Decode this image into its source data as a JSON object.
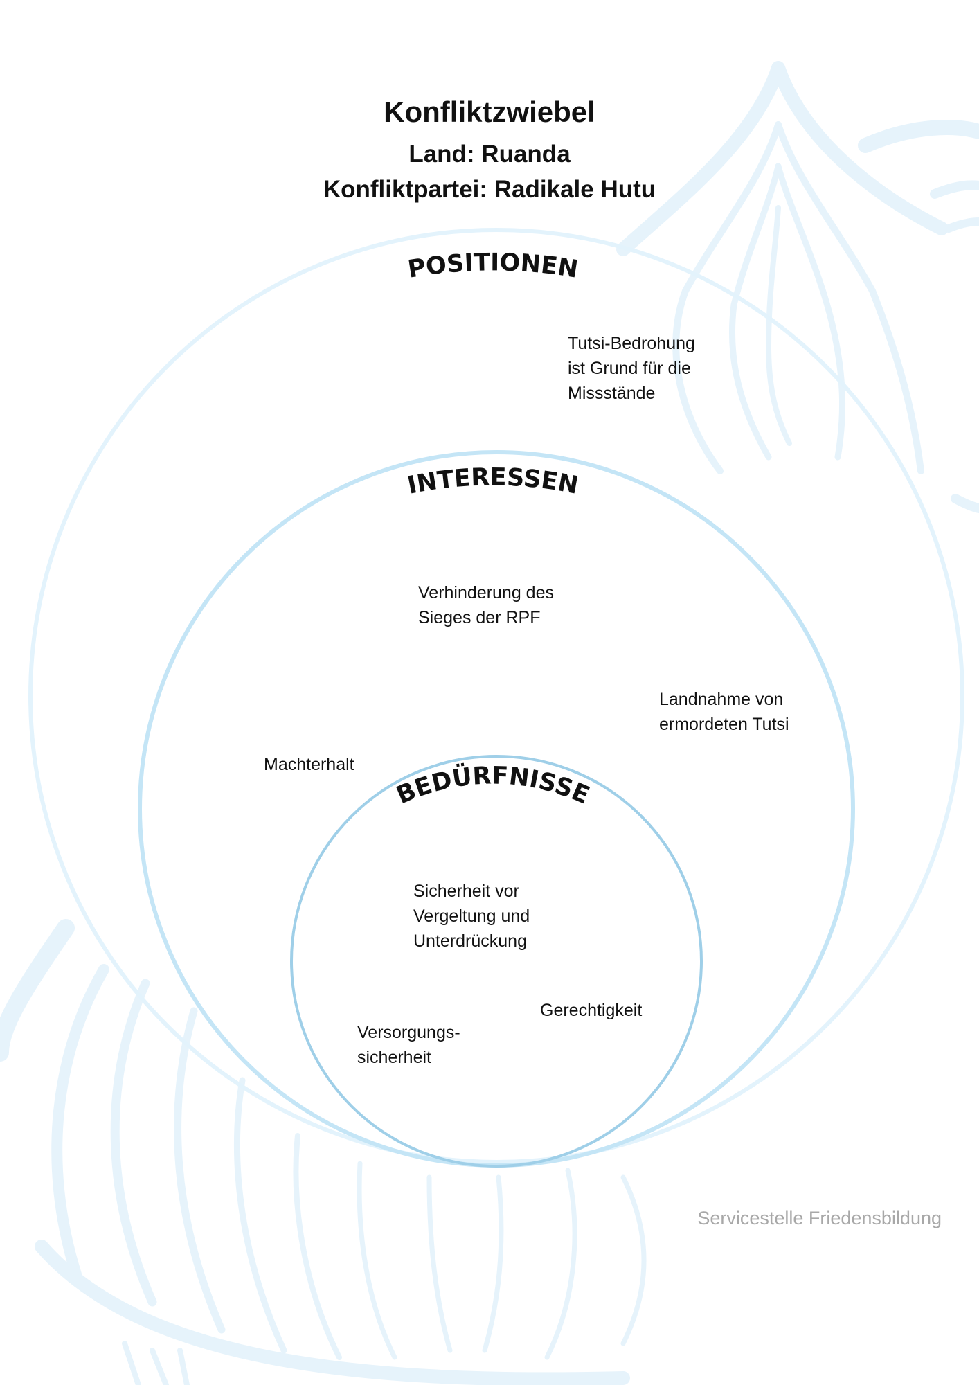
{
  "title": "Konfliktzwiebel",
  "country": "Land: Ruanda",
  "party": "Konfliktpartei: Radikale Hutu",
  "layers": {
    "positionen": {
      "label": "POSITIONEN",
      "items": [
        "Tutsi-Bedrohung\nist Grund für die\nMissstände"
      ]
    },
    "interessen": {
      "label": "INTERESSEN",
      "items": [
        "Verhinderung des\nSieges der RPF",
        "Landnahme von\nermordeten Tutsi",
        "Machterhalt"
      ]
    },
    "beduerfnisse": {
      "label": "BEDÜRFNISSE",
      "items": [
        "Sicherheit vor\nVergeltung und\nUnterdrückung",
        "Gerechtigkeit",
        "Versorgungs-\nsicherheit"
      ]
    }
  },
  "footer": "Servicestelle Friedensbildung",
  "colors": {
    "outer_ring": "#e3f3fc",
    "middle_ring": "#c4e5f6",
    "inner_ring": "#9fcfe8",
    "background_art": "#e6f3fb",
    "text": "#111111",
    "footer": "#a8a8a8"
  }
}
